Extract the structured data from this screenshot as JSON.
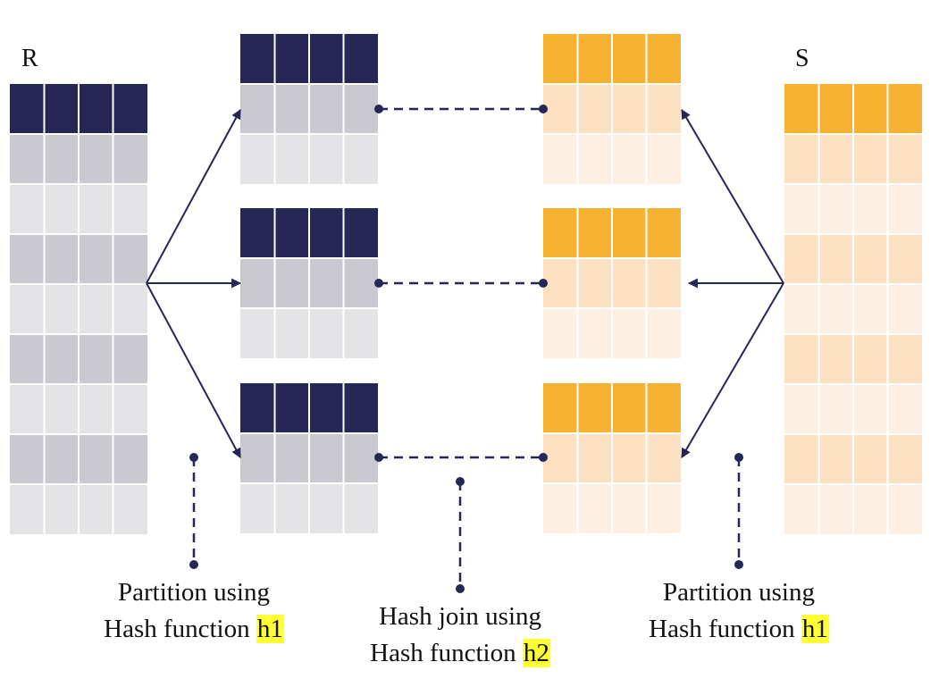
{
  "tables": {
    "r": {
      "label": "R",
      "header_color": "#262657",
      "row_colors": [
        "#c9c9cf",
        "#e4e4e7"
      ]
    },
    "s": {
      "label": "S",
      "header_color": "#f8b232",
      "row_colors": [
        "#fce0c2",
        "#fdf0e2"
      ]
    }
  },
  "colors": {
    "connector": "#262657"
  },
  "captions": {
    "left": {
      "line1": "Partition using",
      "prefix": "Hash function ",
      "fn": "h1"
    },
    "middle": {
      "line1": "Hash join using",
      "prefix": "Hash function ",
      "fn": "h2"
    },
    "right": {
      "line1": "Partition using",
      "prefix": "Hash function ",
      "fn": "h1"
    }
  }
}
